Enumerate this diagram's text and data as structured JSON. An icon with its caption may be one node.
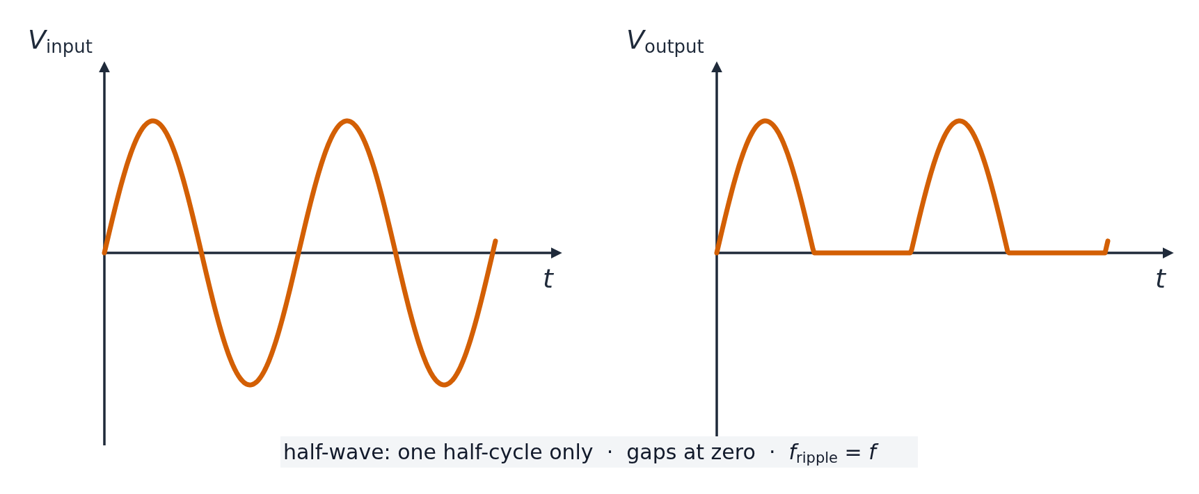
{
  "diagram": {
    "caption": "half-wave: one half-cycle only  ·  gaps at zero  ·  *f*$_{ripple}$ = *f*",
    "labels": [
      "*V*$_{input}$",
      "t",
      "*V*$_{output}$",
      "t"
    ]
  }
}
